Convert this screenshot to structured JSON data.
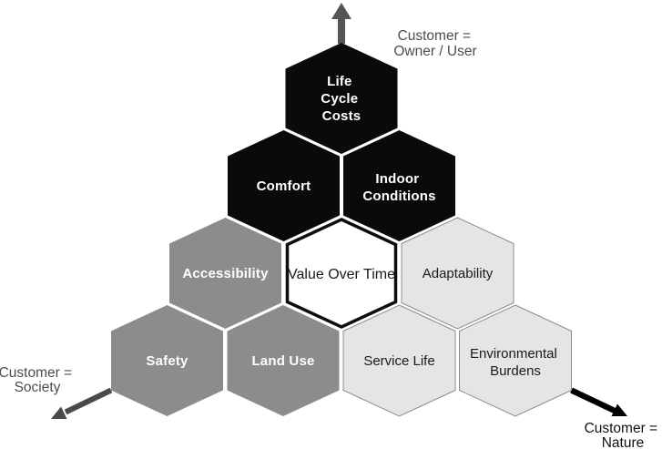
{
  "diagram": {
    "description": "Hexagon pyramid diagram of building quality factors grouped by customer type",
    "hexagons": [
      {
        "id": "life-cycle-costs",
        "label": "Life Cycle Costs",
        "lines": [
          "Life",
          "Cycle",
          "Costs"
        ],
        "style": "black"
      },
      {
        "id": "comfort",
        "label": "Comfort",
        "lines": [
          "Comfort"
        ],
        "style": "black"
      },
      {
        "id": "indoor-conditions",
        "label": "Indoor Conditions",
        "lines": [
          "Indoor",
          "Conditions"
        ],
        "style": "black"
      },
      {
        "id": "accessibility",
        "label": "Accessibility",
        "lines": [
          "Accessibility"
        ],
        "style": "gray"
      },
      {
        "id": "value-over-time",
        "label": "Value Over Time",
        "lines": [
          "Value Over Time"
        ],
        "style": "white"
      },
      {
        "id": "adaptability",
        "label": "Adaptability",
        "lines": [
          "Adaptability"
        ],
        "style": "light"
      },
      {
        "id": "safety",
        "label": "Safety",
        "lines": [
          "Safety"
        ],
        "style": "gray"
      },
      {
        "id": "land-use",
        "label": "Land Use",
        "lines": [
          "Land Use"
        ],
        "style": "gray"
      },
      {
        "id": "service-life",
        "label": "Service Life",
        "lines": [
          "Service Life"
        ],
        "style": "light"
      },
      {
        "id": "environmental-burdens",
        "label": "Environmental Burdens",
        "lines": [
          "Environmental",
          "Burdens"
        ],
        "style": "light"
      }
    ],
    "corner_labels": {
      "top": {
        "line1": "Customer =",
        "line2": "Owner / User"
      },
      "bottom_left": {
        "line1": "Customer =",
        "line2": "Society"
      },
      "bottom_right": {
        "line1": "Customer =",
        "line2": "Nature"
      }
    },
    "colors": {
      "background": "#ffffff",
      "hex_black": "#0a0a0a",
      "hex_gray": "#8c8c8c",
      "hex_light": "#e5e5e5",
      "hex_light_border": "#8c8c8c",
      "hex_white_fill": "#ffffff",
      "hex_white_border": "#0d0d0d",
      "text_on_dark": "#ffffff",
      "text_on_light": "#1a1a1a",
      "corner_text_gray": "#4d4d4d",
      "corner_text_black": "#111111",
      "arrow_gray": "#555555",
      "arrow_dark_gray": "#4a4a4a",
      "arrow_black": "#000000"
    }
  }
}
